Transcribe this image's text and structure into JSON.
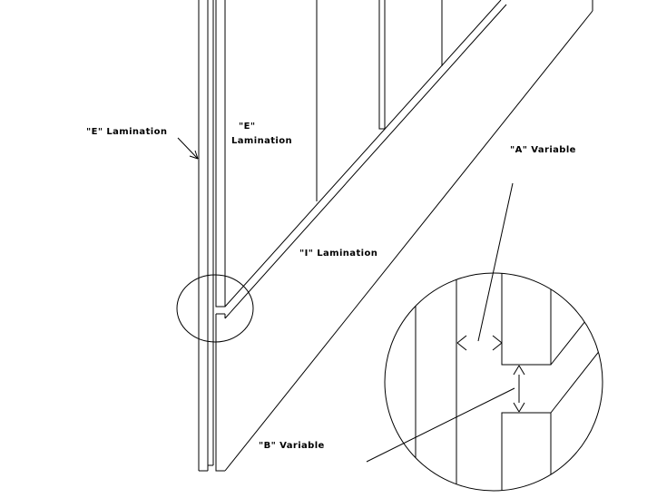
{
  "labels": {
    "e_lamination_left": "\"E\" Lamination",
    "e_lamination_center_line1": "\"E\"",
    "e_lamination_center_line2": "Lamination",
    "i_lamination": "\"I\" Lamination",
    "a_variable": "\"A\" Variable",
    "b_variable": "\"B\" Variable"
  },
  "colors": {
    "stroke": "#000000",
    "background": "#ffffff"
  }
}
